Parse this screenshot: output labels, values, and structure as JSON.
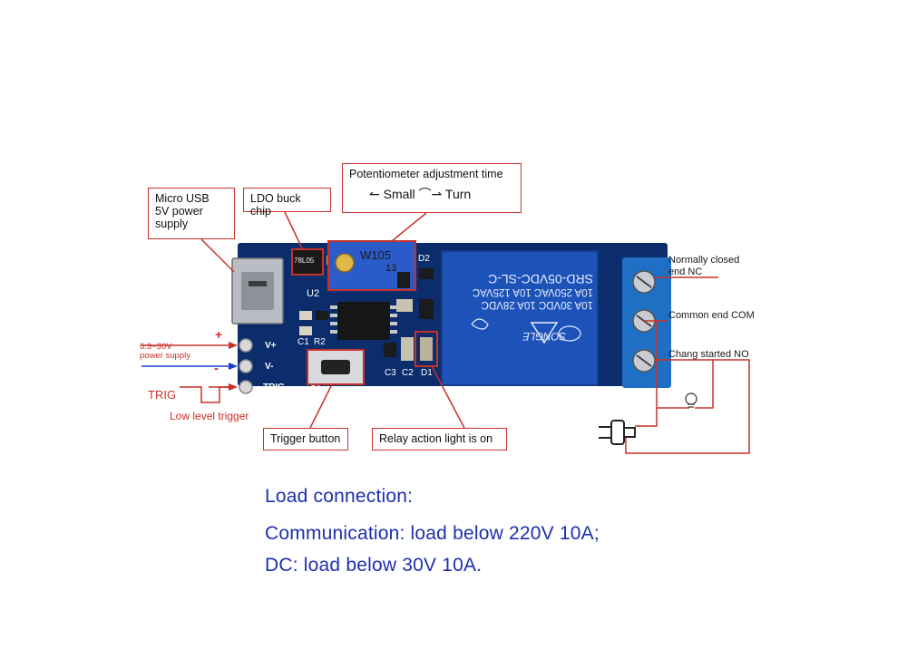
{
  "callouts": {
    "micro_usb": "Micro USB\n5V power\nsupply",
    "ldo": "LDO buck chip",
    "pot_title": "Potentiometer adjustment time",
    "pot_small": "Small",
    "pot_turn": "Turn",
    "trigger_button": "Trigger button",
    "relay_light": "Relay action light is on"
  },
  "labels": {
    "nc": "Normally closed\nend NC",
    "com": "Common end COM",
    "no": "Chang started NO",
    "power_supply": "6.3~30V\npower supply",
    "plus": "+",
    "minus": "-",
    "trig": "TRIG",
    "low_level": "Low level trigger"
  },
  "board": {
    "pins": [
      "V+",
      "V-",
      "TRIG"
    ],
    "pot_text": "W105",
    "pot_sub": "13",
    "chip": "78L05",
    "relay_lines": [
      "SRD-05VDC-SL-C",
      "10A 250VAC  10A 125VAC",
      "10A 30VDC  10A 28VDC",
      "SONGLE"
    ],
    "silk": {
      "u2": "U2",
      "d2": "D2",
      "c1": "C1",
      "r2": "R2",
      "s1": "S1",
      "c3": "C3",
      "c2": "C2",
      "d1": "D1"
    }
  },
  "notes": {
    "title": "Load connection:",
    "ac": "Communication: load below 220V 10A;",
    "dc": "DC: load below 30V 10A."
  },
  "colors": {
    "callout_red": "#c8302a",
    "board_blue": "#0b2d6b",
    "relay_blue": "#1d52b8",
    "terminal_blue": "#1f6fc4",
    "note_blue": "#1d2fb0"
  }
}
